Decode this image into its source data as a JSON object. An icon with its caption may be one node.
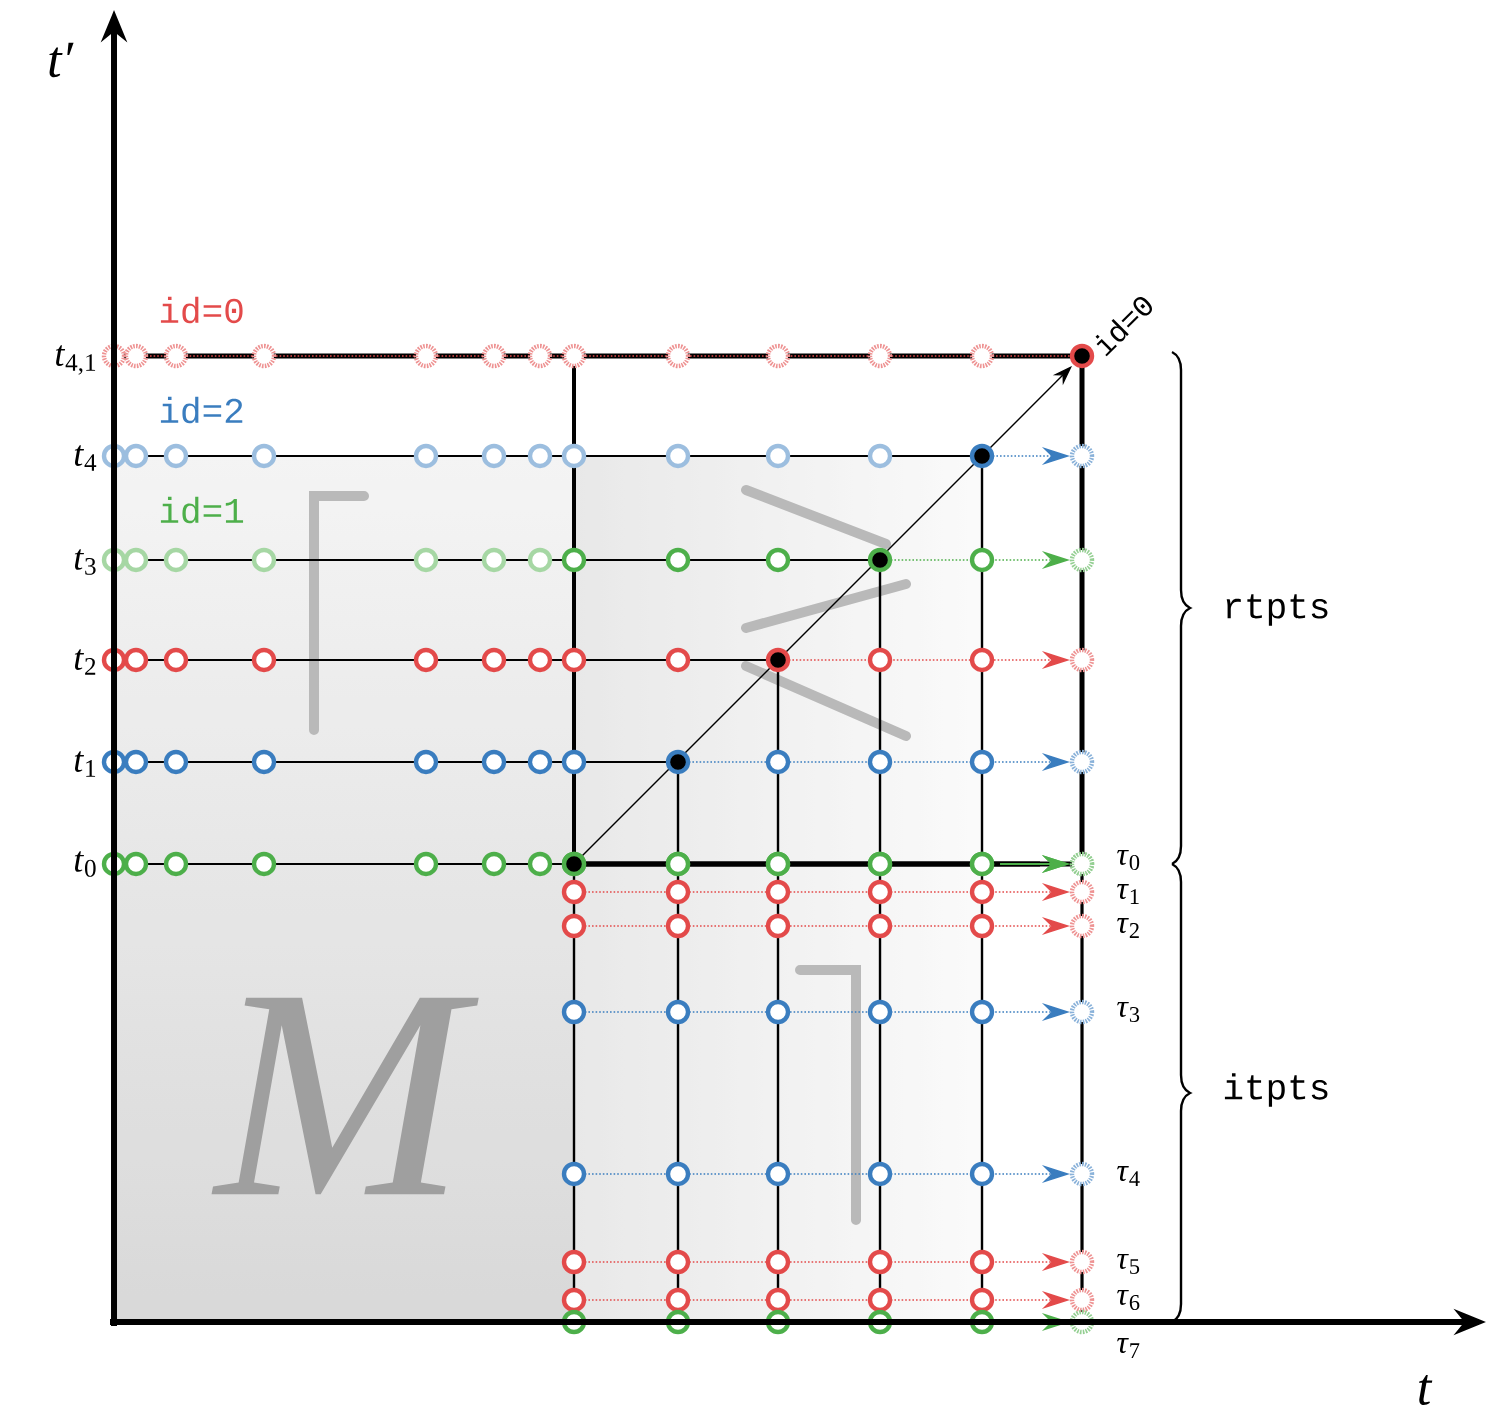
{
  "diagram": {
    "labels": [
      "*t*′",
      "id=0",
      "*t*$_{4,1}$",
      "id=0",
      "id=2",
      "*t*$_{4}$",
      "id=1",
      "*t*$_{3}$",
      "rtpts",
      "*t*$_{2}$",
      "*t*$_{1}$",
      "*t*$_{0}$",
      "*τ*$_{0}$",
      "*τ*$_{1}$",
      "*τ*$_{2}$",
      "*τ*$_{3}$",
      "itpts",
      "M",
      "*τ*$_{4}$",
      "*τ*$_{5}$",
      "*τ*$_{6}$",
      "*τ*$_{7}$",
      "t"
    ]
  }
}
